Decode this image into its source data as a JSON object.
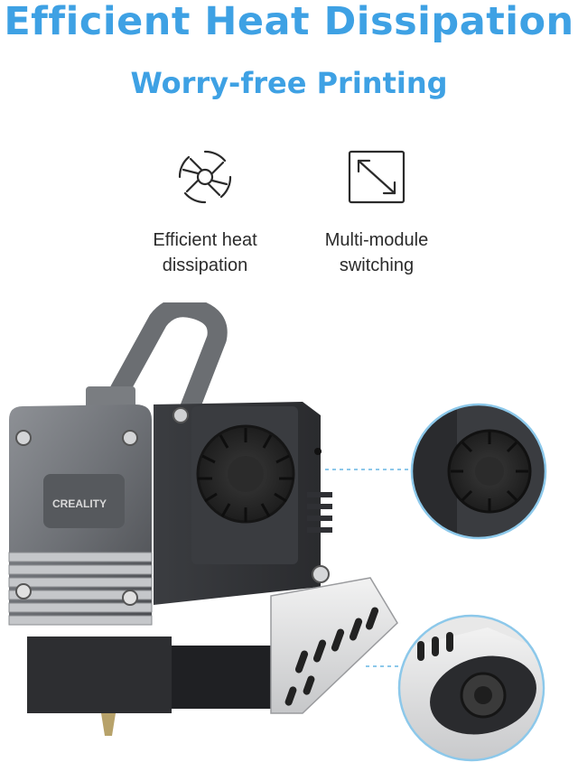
{
  "headline": "Efficient Heat Dissipation",
  "subheadline": "Worry-free Printing",
  "accent_color": "#3ea1e4",
  "features": [
    {
      "icon": "fan-icon",
      "label": "Efficient heat\ndissipation"
    },
    {
      "icon": "expand-arrows-icon",
      "label": "Multi-module\nswitching"
    }
  ],
  "product": {
    "brand_text": "CREALITY"
  }
}
